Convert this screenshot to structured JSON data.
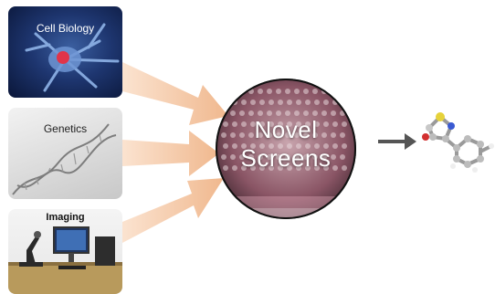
{
  "inputs": [
    {
      "label": "Cell Biology",
      "icon": "neuron-cell-image"
    },
    {
      "label": "Genetics",
      "icon": "dna-helix-image"
    },
    {
      "label": "Imaging",
      "icon": "microscope-workstation-image"
    }
  ],
  "center": {
    "line1": "Novel",
    "line2": "Screens",
    "icon": "multiwell-plate-image"
  },
  "output": {
    "icon": "molecule-ball-and-stick-image"
  },
  "colors": {
    "arrow_fill": "#f5c9a6",
    "output_arrow": "#555555",
    "cell_bg": "#1e3670",
    "plate_tint": "#7a3a4a"
  }
}
